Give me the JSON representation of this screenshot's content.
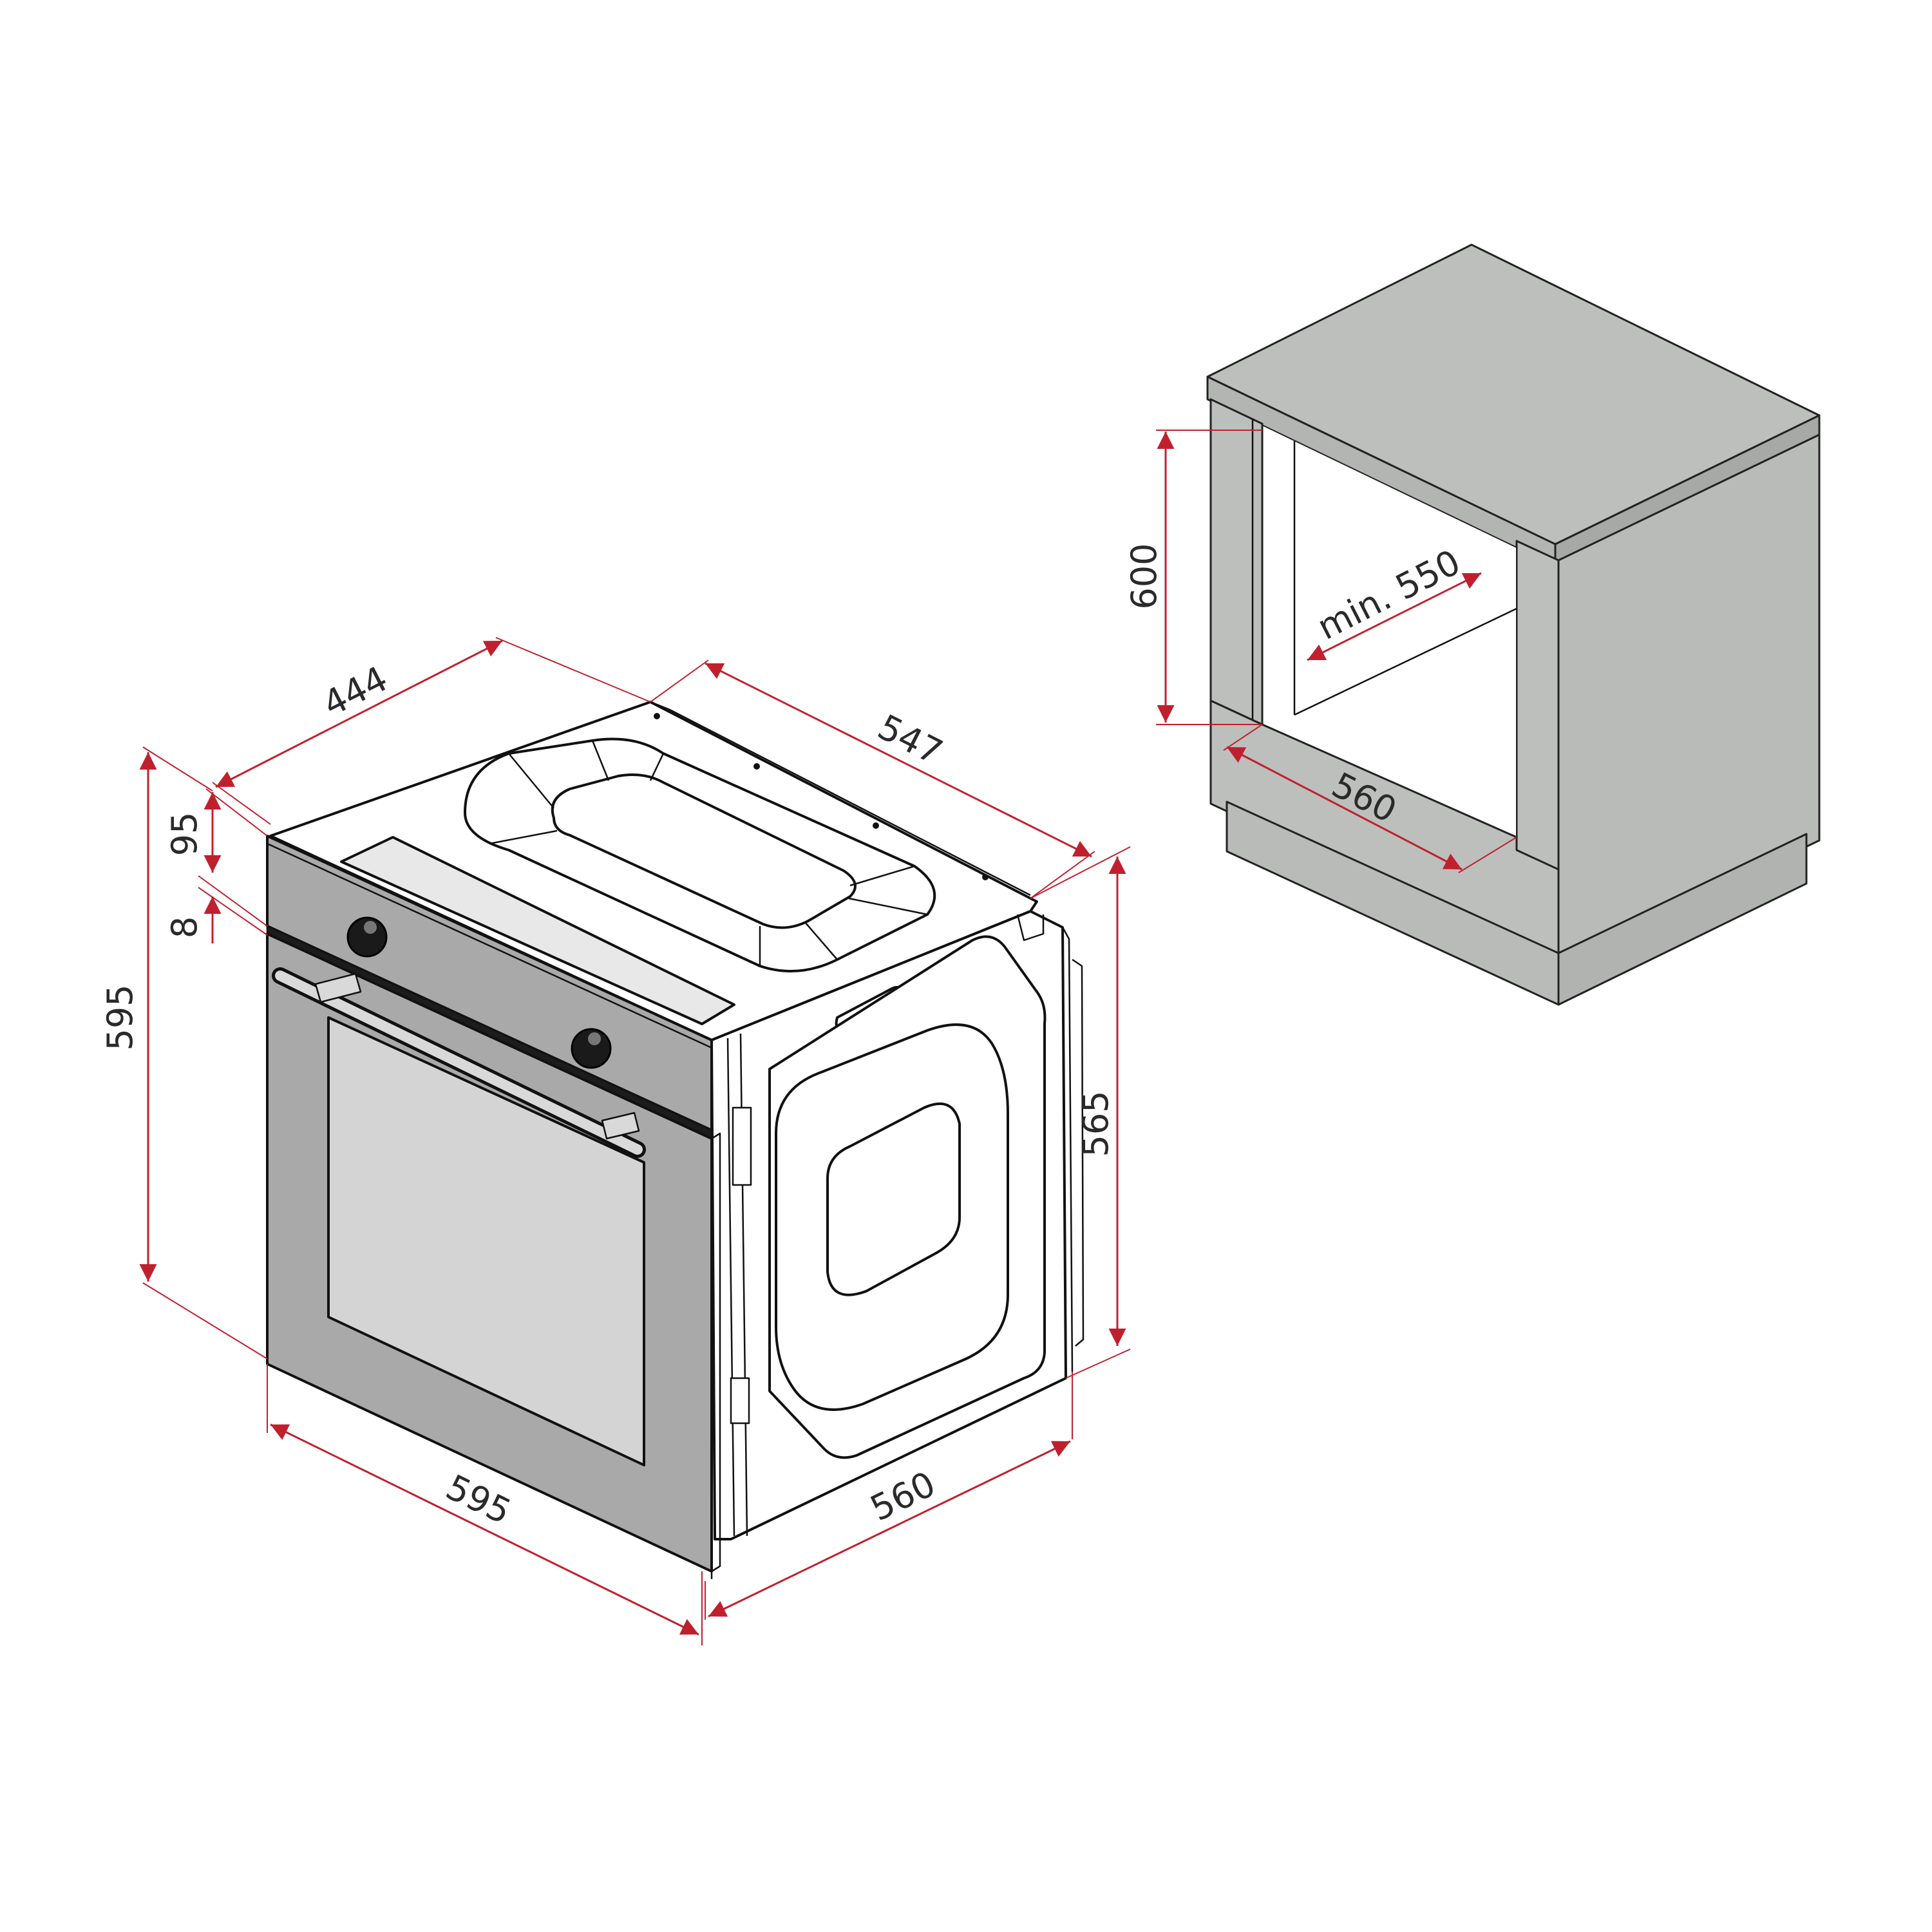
{
  "oven": {
    "dimensions": {
      "top_width": "444",
      "top_depth": "547",
      "panel_height": "95",
      "gap": "8",
      "total_height": "595",
      "body_height": "565",
      "front_width": "595",
      "body_depth": "560"
    }
  },
  "cabinet": {
    "dimensions": {
      "niche_height": "600",
      "niche_depth": "min. 550",
      "niche_width": "560"
    }
  },
  "colors": {
    "dimension": "#c0202e",
    "steel": "#a9a9a9",
    "glass": "#d4d4d4",
    "cabinet": "#bcbfbc"
  }
}
